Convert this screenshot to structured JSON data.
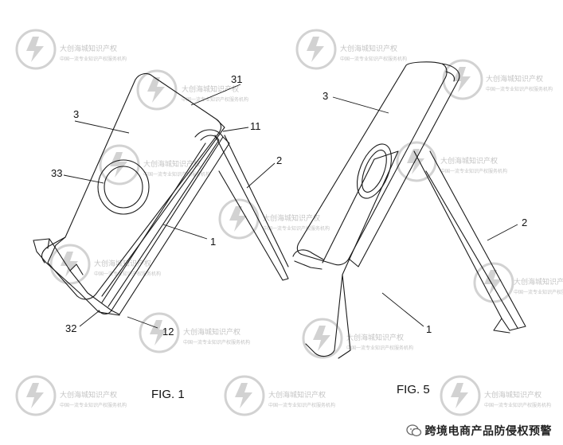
{
  "figures": [
    {
      "caption": "FIG. 1"
    },
    {
      "caption": "FIG. 5"
    }
  ],
  "fig1_labels": {
    "l31": "31",
    "l3": "3",
    "l11": "11",
    "l2": "2",
    "l33": "33",
    "l1": "1",
    "l32": "32",
    "l12": "12"
  },
  "fig5_labels": {
    "l3": "3",
    "l2": "2",
    "l1": "1"
  },
  "watermark": {
    "icon": "lightning-logo-icon",
    "line1": "大创海城知识产权",
    "line2": "中国一流专业知识产权服务机构"
  },
  "footer": {
    "icon": "wechat-icon",
    "text": "跨境电商产品防侵权预警"
  },
  "colors": {
    "line": "#1a1a1a",
    "watermark": "#cfcfcf"
  }
}
